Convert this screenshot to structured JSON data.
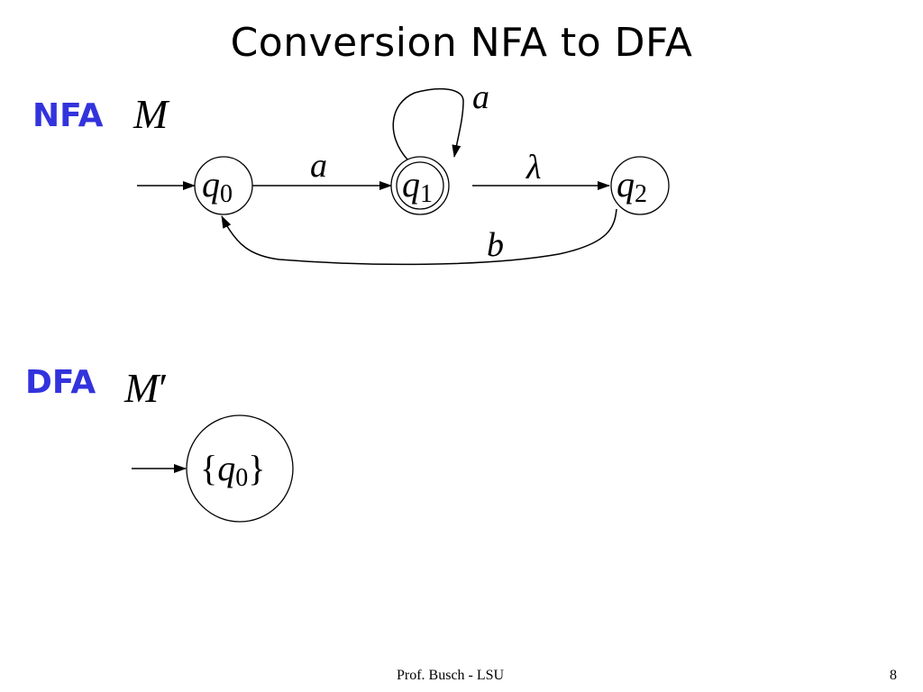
{
  "slide": {
    "title": "Conversion NFA to DFA",
    "footer_left": "Prof. Busch - LSU",
    "page_number": "8"
  },
  "nfa": {
    "label": "NFA",
    "machine_name": "M",
    "states": [
      {
        "name": "q",
        "sub": "0",
        "initial": true,
        "accepting": false
      },
      {
        "name": "q",
        "sub": "1",
        "initial": false,
        "accepting": true
      },
      {
        "name": "q",
        "sub": "2",
        "initial": false,
        "accepting": false
      }
    ],
    "transitions": [
      {
        "from": "q0",
        "to": "q1",
        "symbol": "a"
      },
      {
        "from": "q1",
        "to": "q1",
        "symbol": "a"
      },
      {
        "from": "q1",
        "to": "q2",
        "symbol": "λ"
      },
      {
        "from": "q2",
        "to": "q0",
        "symbol": "b"
      }
    ]
  },
  "dfa": {
    "label": "DFA",
    "machine_name": "M",
    "machine_prime": "′",
    "states": [
      {
        "open": "{",
        "name": "q",
        "sub": "0",
        "close": "}",
        "initial": true
      }
    ]
  },
  "colors": {
    "label_blue": "#3333dd",
    "ink": "#000000"
  }
}
